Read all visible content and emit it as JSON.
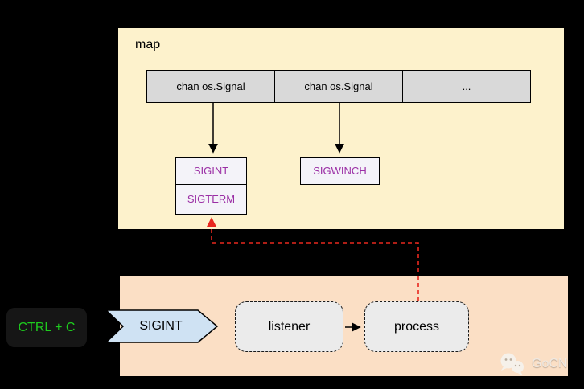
{
  "map_panel": {
    "title": "map",
    "channel_cells": [
      "chan os.Signal",
      "chan os.Signal",
      "..."
    ],
    "signal_boxes": {
      "first": [
        "SIGINT",
        "SIGTERM"
      ],
      "second": [
        "SIGWINCH"
      ]
    }
  },
  "process_panel": {
    "listener_label": "listener",
    "process_label": "process"
  },
  "input": {
    "key_combo": "CTRL + C",
    "signal_label": "SIGINT"
  },
  "watermark": {
    "label": "GoCN",
    "icon": "wechat-bubbles-icon"
  },
  "colors": {
    "background": "#000000",
    "map_panel_bg": "#fdf2cc",
    "process_panel_bg": "#fbdfc5",
    "channel_cell_bg": "#d9d9d9",
    "signal_box_bg": "#f4f3f9",
    "signal_text": "#9b2fa5",
    "blue_arrow_fill": "#cfe2f3",
    "red_dashed_line": "#e8281e",
    "key_combo_text": "#1ecb1e",
    "key_combo_bg": "#161616"
  }
}
